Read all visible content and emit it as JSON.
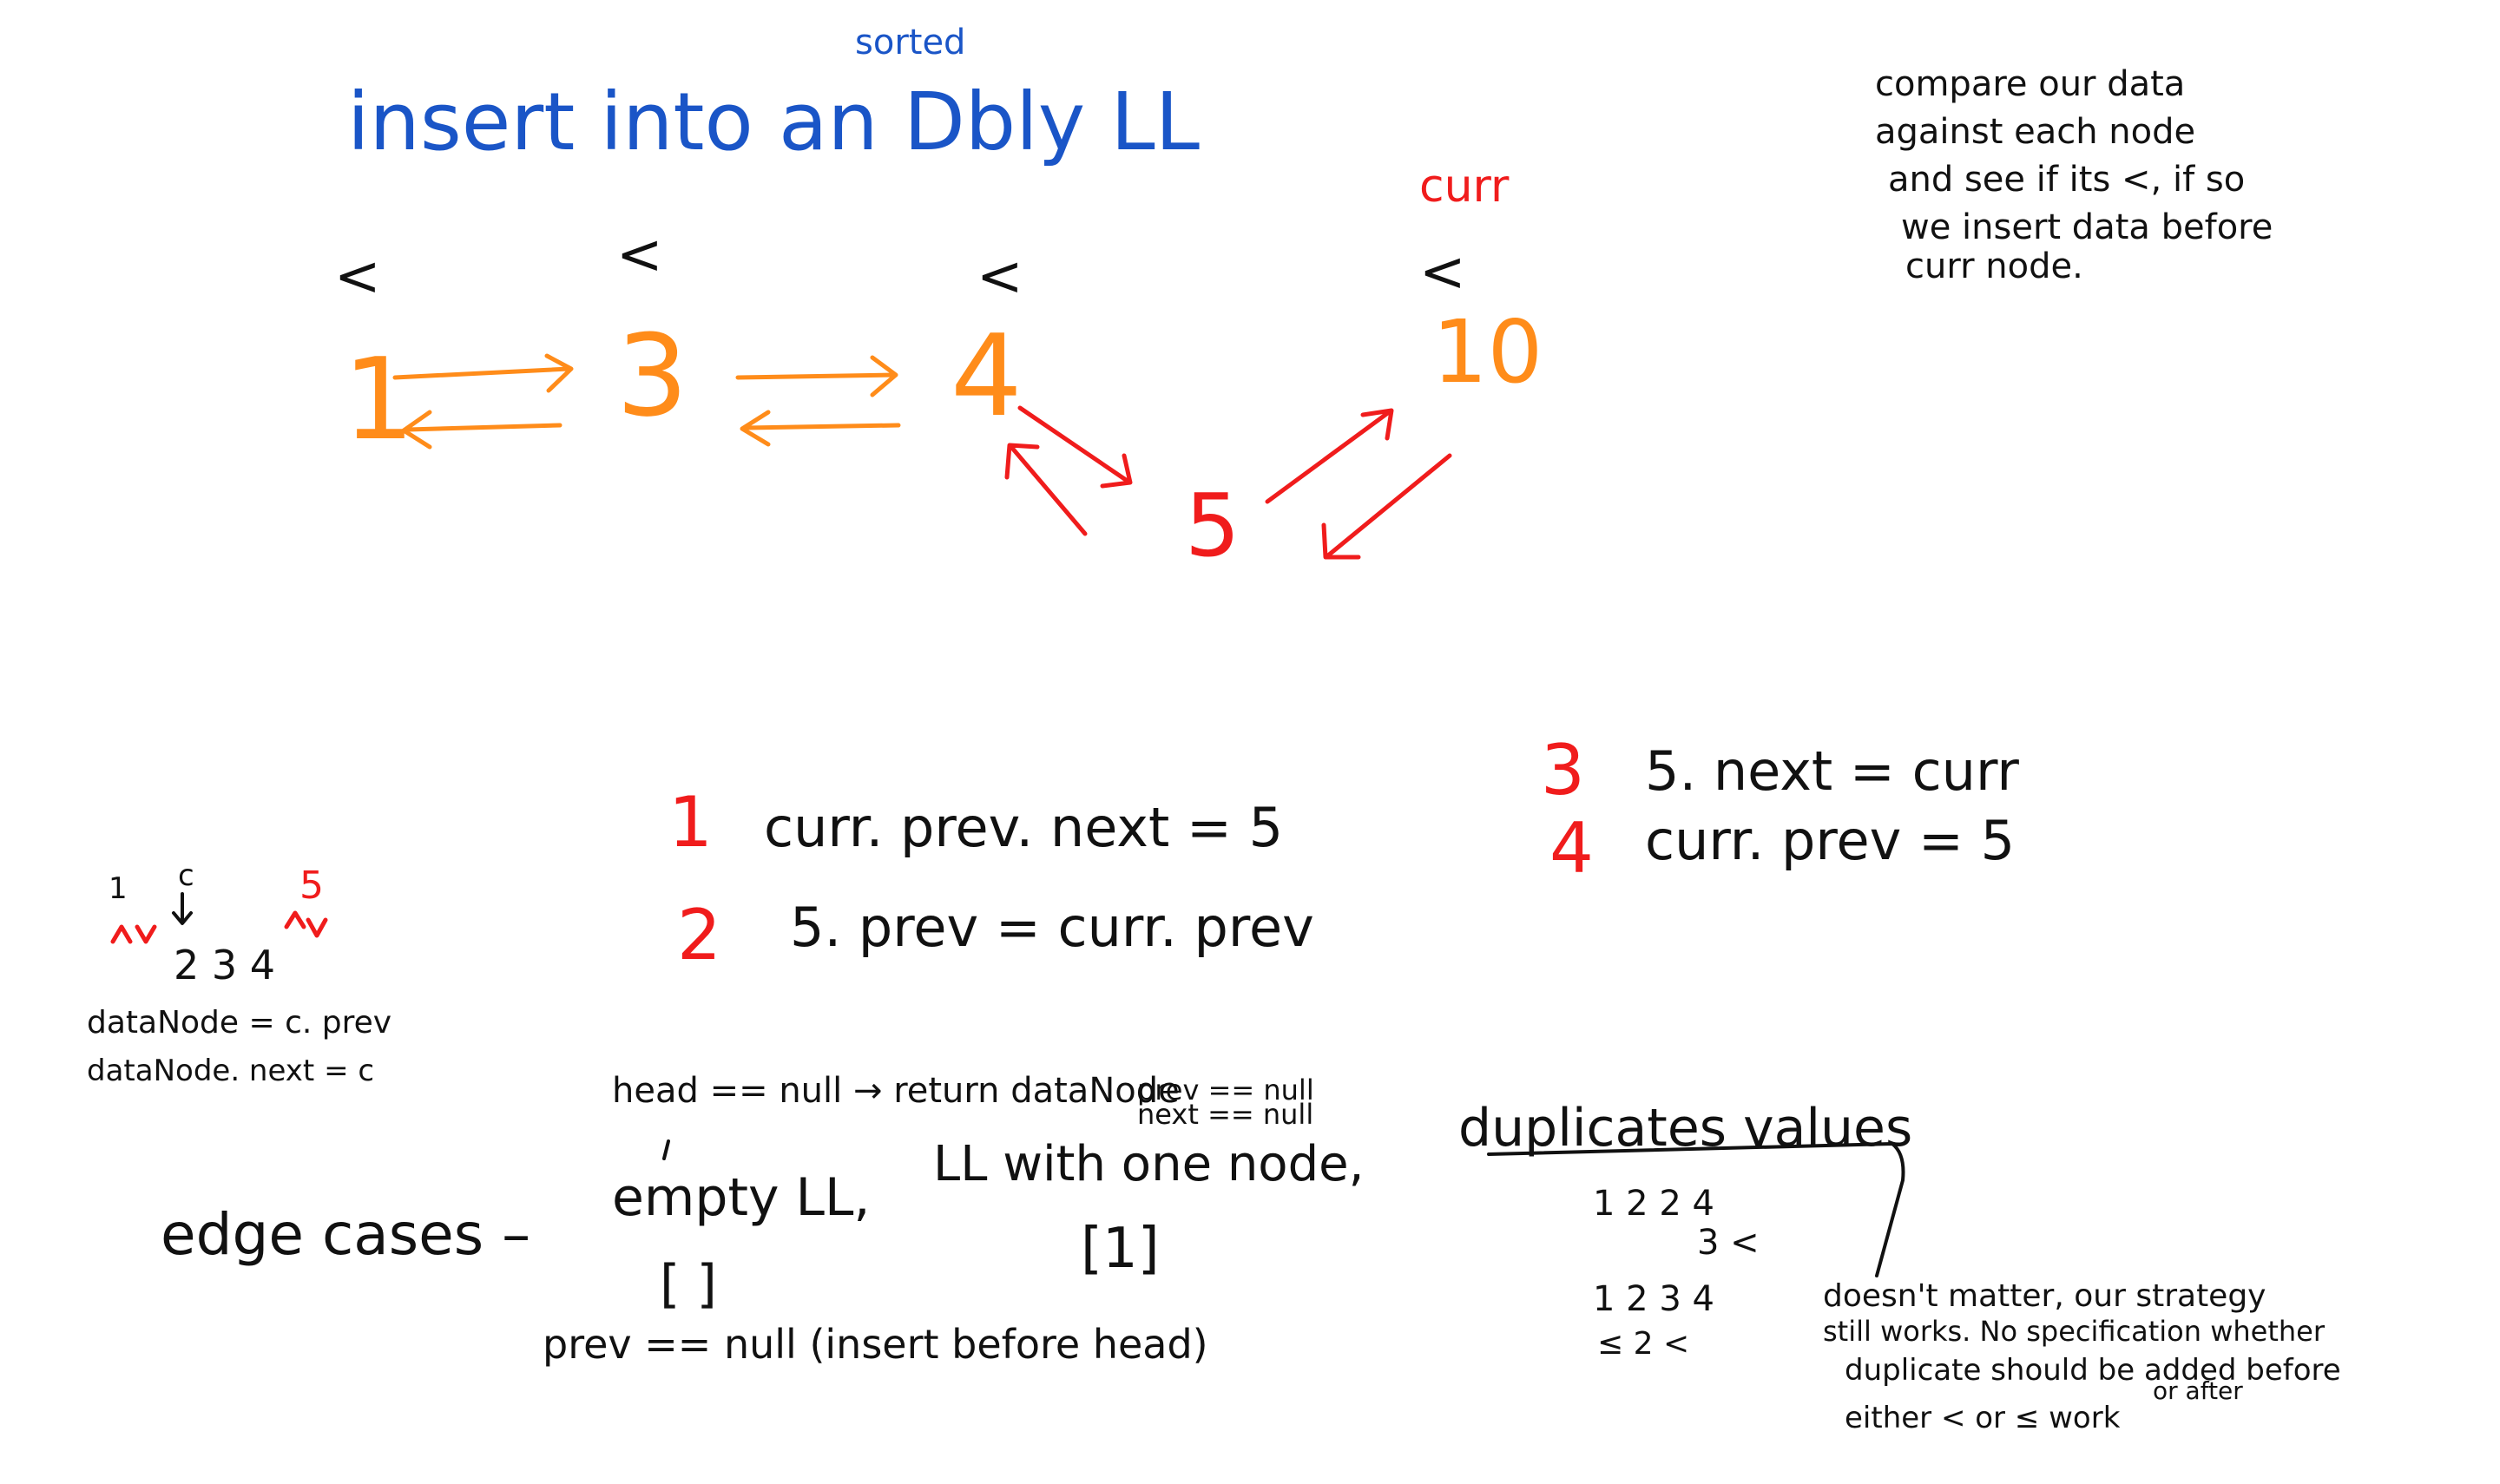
{
  "title": {
    "sorted_note": "sorted",
    "text": "insert into an Dbly LL"
  },
  "curr_label": "curr",
  "description": [
    "compare our data",
    "against each node",
    "and see if its <, if so",
    "we insert data before",
    "curr node."
  ],
  "diagram": {
    "nodes": [
      {
        "value": "1",
        "marker": "<"
      },
      {
        "value": "3",
        "marker": "<"
      },
      {
        "value": "4",
        "marker": "<"
      },
      {
        "value": "10",
        "marker": "<"
      }
    ],
    "new_node": "5"
  },
  "steps": [
    {
      "num": "1",
      "text": "curr. prev. next = 5"
    },
    {
      "num": "2",
      "text": "5. prev = curr. prev"
    },
    {
      "num": "3",
      "text": "5. next = curr"
    },
    {
      "num": "4",
      "text": "curr. prev = 5"
    }
  ],
  "side_sketch": {
    "top_labels": [
      "1",
      "c",
      "5"
    ],
    "sequence": "2 3 4",
    "lines": [
      "dataNode = c. prev",
      "dataNode. next = c"
    ]
  },
  "edge_cases": {
    "label": "edge cases –",
    "empty": "empty LL,",
    "empty_note": "head == null → return dataNode",
    "empty_sketch": "[ ]",
    "one_node": "LL with one node,",
    "one_node_note_1": "prev == null",
    "one_node_note_2": "next == null",
    "one_node_sketch": "[1]",
    "duplicates": "duplicates values",
    "prev_null": "prev == null (insert before head)",
    "dup_sketch_1": "1 2 2 4",
    "dup_sketch_1b": "3 <",
    "dup_sketch_2": "1 2 3 4",
    "dup_sketch_2b": "≤ 2 <",
    "dup_note": [
      "doesn't matter, our strategy",
      "still works. No specification whether",
      "duplicate should be added before",
      "or after",
      "either < or ≤ work"
    ]
  },
  "colors": {
    "blue": "#1a55c7",
    "orange": "#ff8c1a",
    "red": "#f01c1c",
    "black": "#111111"
  }
}
